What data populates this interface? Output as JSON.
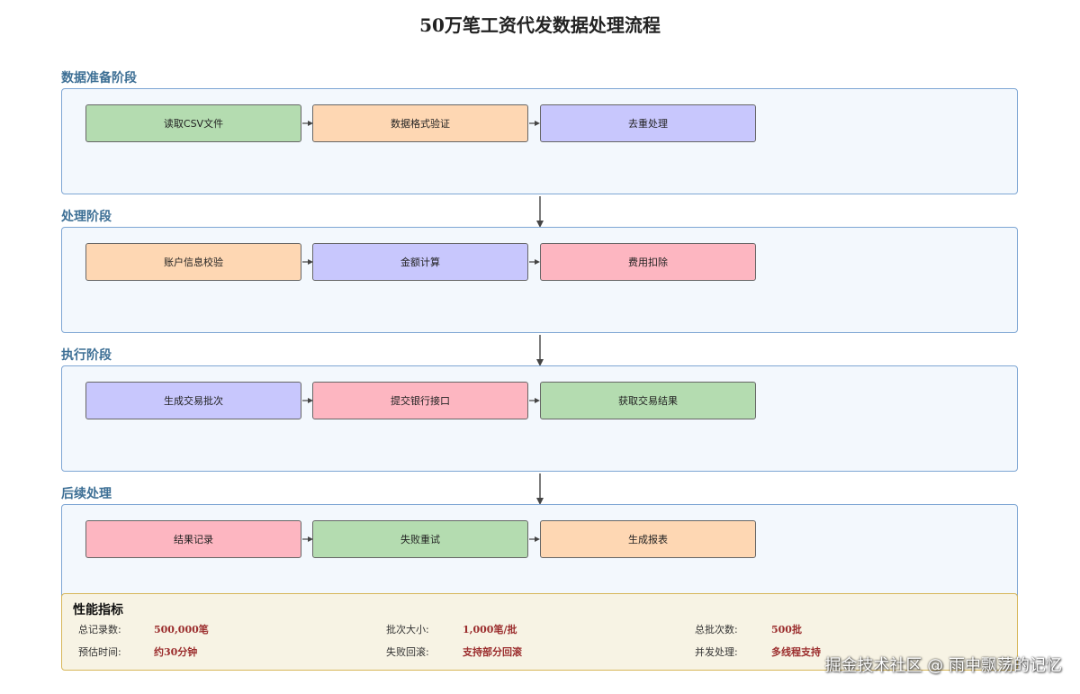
{
  "title": "50万笔工资代发数据处理流程",
  "stages": [
    {
      "label": "数据准备阶段",
      "nodes": [
        "读取CSV文件",
        "数据格式验证",
        "去重处理"
      ]
    },
    {
      "label": "处理阶段",
      "nodes": [
        "账户信息校验",
        "金额计算",
        "费用扣除"
      ]
    },
    {
      "label": "执行阶段",
      "nodes": [
        "生成交易批次",
        "提交银行接口",
        "获取交易结果"
      ]
    },
    {
      "label": "后续处理",
      "nodes": [
        "结果记录",
        "失败重试",
        "生成报表"
      ]
    }
  ],
  "node_colors": {
    "green": "#b4dcb0",
    "orange": "#fed7b3",
    "purple": "#c8c7fd",
    "pink": "#fdb6c1"
  },
  "performance": {
    "title": "性能指标",
    "metrics": [
      {
        "label": "总记录数:",
        "value": "500,000笔"
      },
      {
        "label": "批次大小:",
        "value": "1,000笔/批"
      },
      {
        "label": "总批次数:",
        "value": "500批"
      },
      {
        "label": "预估时间:",
        "value": "约30分钟"
      },
      {
        "label": "失败回滚:",
        "value": "支持部分回滚"
      },
      {
        "label": "并发处理:",
        "value": "多线程支持"
      }
    ]
  },
  "watermark": "掘金技术社区 @ 雨中飘荡的记忆"
}
